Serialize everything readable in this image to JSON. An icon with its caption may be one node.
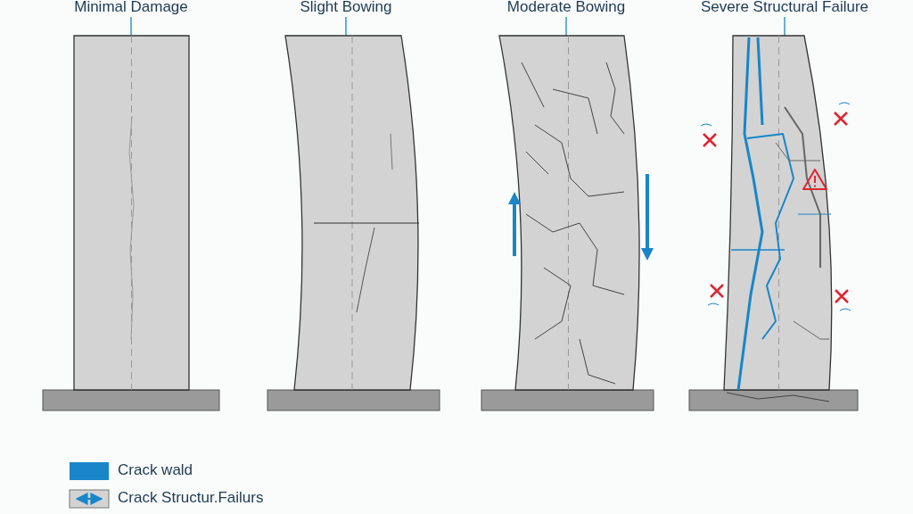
{
  "diagram": {
    "nodes": [
      {
        "text": [
          "Minimal Damage"
        ]
      },
      {
        "text": [
          "Slight Bowing"
        ]
      },
      {
        "text": [
          "Moderate Bowing"
        ]
      },
      {
        "text": [
          "Severe Structural Failure"
        ]
      },
      {
        "text": [],
        "shape": "picture"
      },
      {
        "text": [],
        "shape": "picture"
      },
      {
        "text": [],
        "shape": "picture"
      },
      {
        "text": [],
        "shape": "picture"
      }
    ],
    "edges": [
      {
        "from": 0,
        "to": 4,
        "arrow": "none"
      },
      {
        "from": 1,
        "to": 5,
        "arrow": "none"
      },
      {
        "from": 2,
        "to": 6,
        "arrow": "none"
      },
      {
        "from": 3,
        "to": 7,
        "arrow": "none"
      }
    ],
    "legend": [
      {
        "text": "Crack wald",
        "color": "#1886c8"
      },
      {
        "text": "Crack Structur.Failurs"
      }
    ]
  }
}
